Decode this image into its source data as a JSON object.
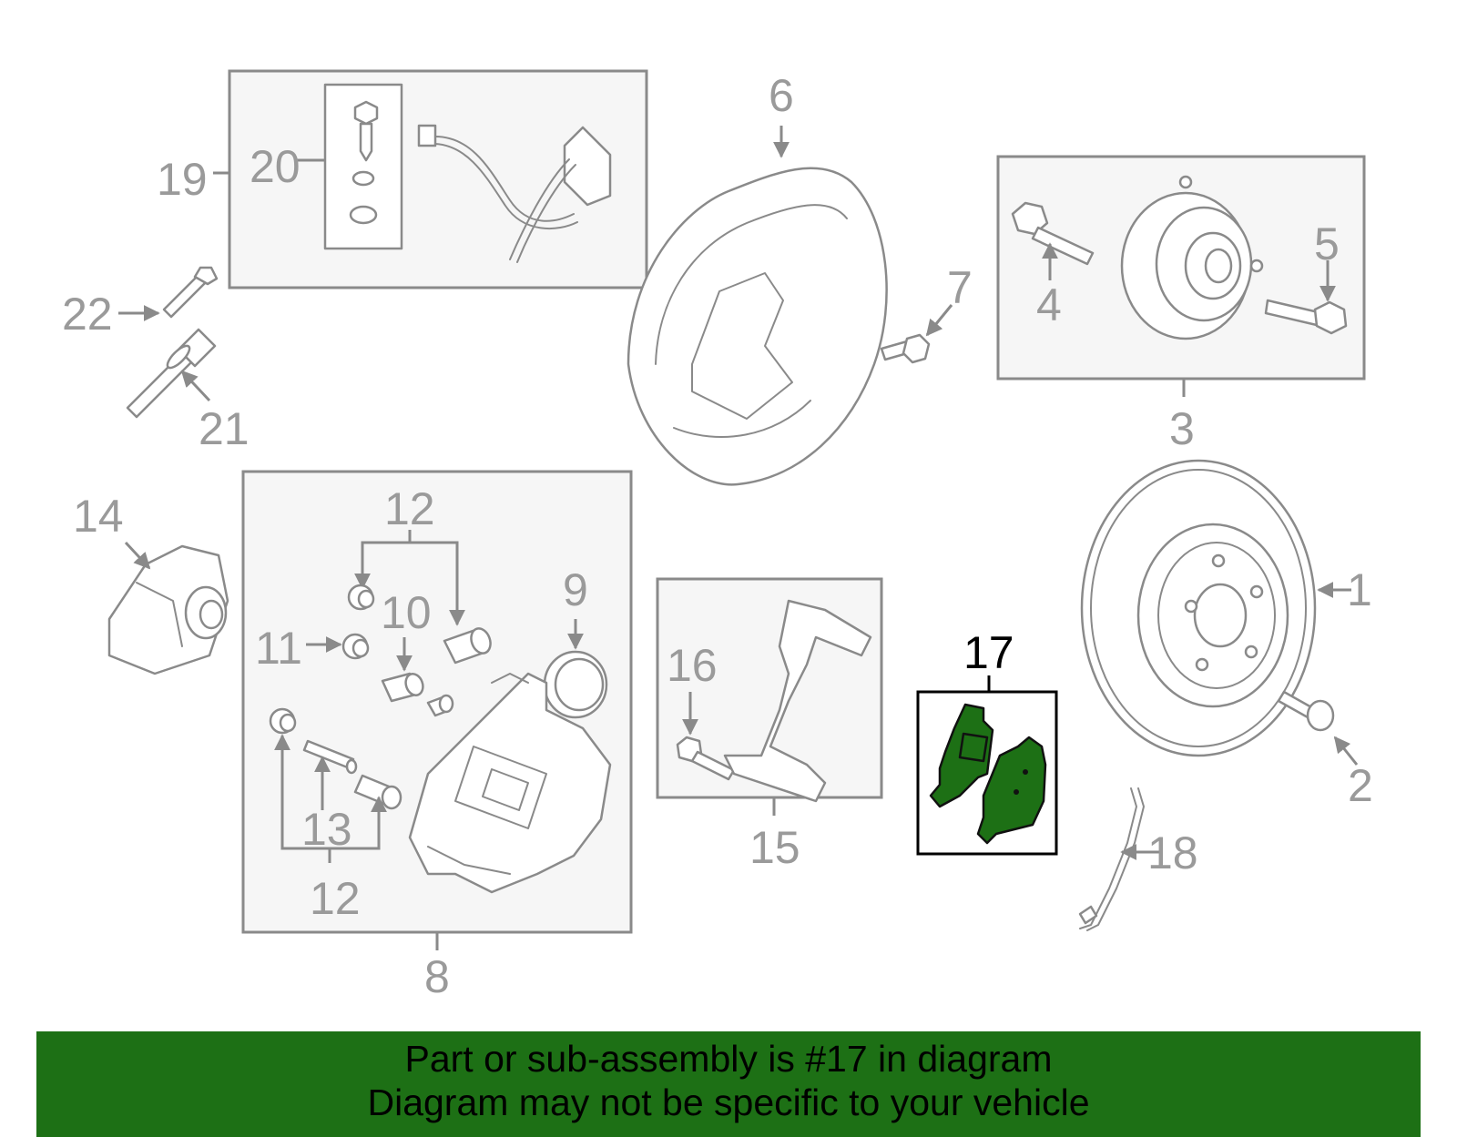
{
  "callouts": {
    "c1": "1",
    "c2": "2",
    "c3": "3",
    "c4": "4",
    "c5": "5",
    "c6": "6",
    "c7": "7",
    "c8": "8",
    "c9": "9",
    "c10": "10",
    "c11": "11",
    "c12a": "12",
    "c12b": "12",
    "c13": "13",
    "c14": "14",
    "c15": "15",
    "c16": "16",
    "c17": "17",
    "c18": "18",
    "c19": "19",
    "c20": "20",
    "c21": "21",
    "c22": "22"
  },
  "highlight": {
    "part_number": "17",
    "color": "#1d7015"
  },
  "colors": {
    "banner": "#1d7015",
    "line_art": "#8a8a8a",
    "highlight_outline": "#000000"
  },
  "banner": {
    "line1": "Part or sub-assembly is #17 in diagram",
    "line2": "Diagram may not be specific to your vehicle"
  }
}
